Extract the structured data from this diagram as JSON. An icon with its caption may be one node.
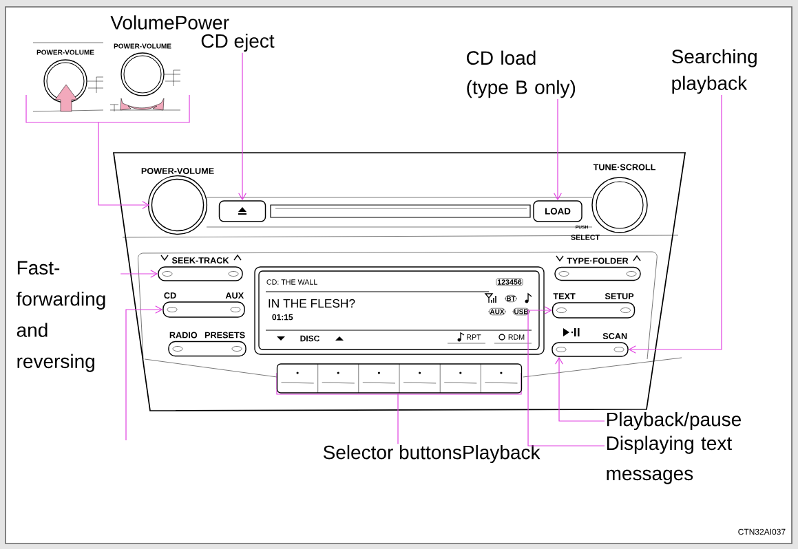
{
  "diagram": {
    "nodes": [
      {
        "text": [
          "VolumePower"
        ]
      },
      {
        "text": [
          "CD eject"
        ]
      },
      {
        "text": [
          "CD load (type B only)"
        ]
      },
      {
        "text": [
          "Searching playback"
        ]
      },
      {
        "text": [
          "Fast- forwarding and reversing"
        ]
      },
      {
        "text": [
          "Selector buttonsPlayback"
        ]
      },
      {
        "text": [
          "Playback/pause"
        ]
      },
      {
        "text": [
          "Displaying text messages"
        ]
      },
      {
        "text": [
          "POWER-VOLUME"
        ]
      },
      {
        "text": [],
        "shape": "box"
      },
      {
        "text": [
          "LOAD"
        ]
      },
      {
        "text": [
          "SEEK-TRACK"
        ]
      },
      {
        "text": [
          "CD",
          "AUX"
        ]
      },
      {
        "text": [
          "TEXT",
          "SETUP"
        ]
      },
      {
        "text": [
          "SCAN"
        ]
      },
      {
        "text": [],
        "shape": "box"
      },
      {
        "text": [
          "RADIO",
          "PRESETS"
        ]
      },
      {
        "text": [
          "TYPE·FOLDER"
        ]
      }
    ],
    "edges": [
      {
        "from": 0,
        "to": 8,
        "arrow": "to"
      },
      {
        "from": 1,
        "to": 9,
        "arrow": "to"
      },
      {
        "from": 2,
        "to": 10,
        "arrow": "to"
      },
      {
        "from": 3,
        "to": 14,
        "arrow": "to"
      },
      {
        "from": 4,
        "to": 11,
        "arrow": "to"
      },
      {
        "from": null,
        "to": 12,
        "arrow": "to"
      },
      {
        "from": 5,
        "to": 15,
        "arrow": "none"
      },
      {
        "from": 6,
        "to": 14,
        "arrow": "to"
      },
      {
        "from": 7,
        "to": 13,
        "arrow": "to"
      }
    ],
    "labels": [
      "POWER-VOLUME",
      "POWER-VOLUME",
      "TUNE·SCROLL",
      "PUSH",
      "SELECT",
      "CD: THE WALL",
      "123456",
      "IN THE FLESH?",
      "BT",
      "01:15",
      "AUX",
      "USB",
      "DISC",
      "RPT",
      "RDM",
      "CTN32AI037"
    ]
  }
}
